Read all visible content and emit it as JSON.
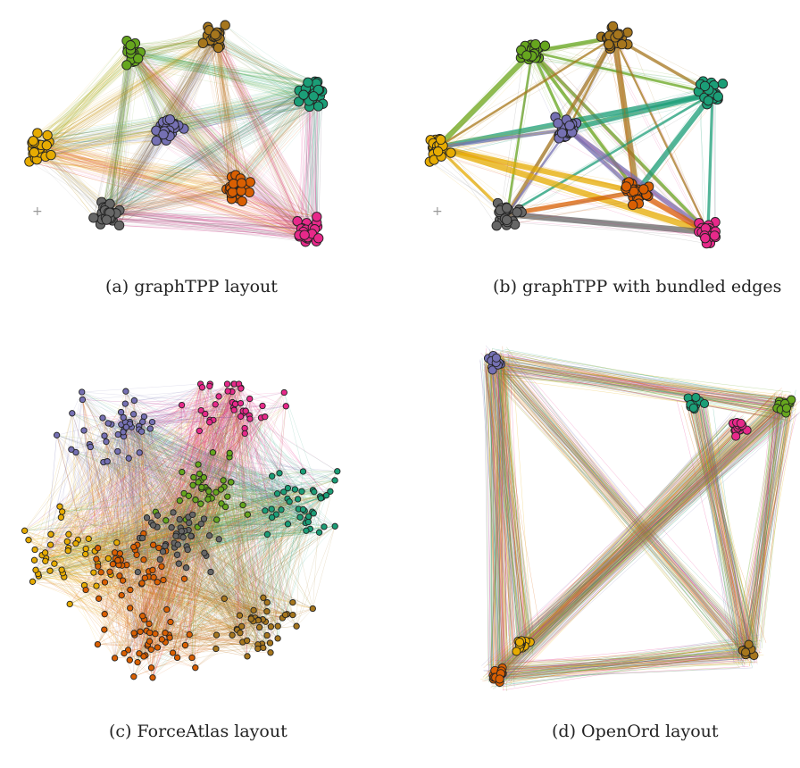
{
  "panels": [
    {
      "id": "a",
      "caption": "(a) graphTPP layout"
    },
    {
      "id": "b",
      "caption": "(b) graphTPP with bundled edges"
    },
    {
      "id": "c",
      "caption": "(c) ForceAtlas layout"
    },
    {
      "id": "d",
      "caption": "(d) OpenOrd layout"
    }
  ],
  "cluster_colors": {
    "green": "#66a61e",
    "brown": "#a6761d",
    "teal": "#1b9e77",
    "purple": "#7570b3",
    "yellow": "#e6ab02",
    "orange": "#d95f02",
    "grey": "#666666",
    "pink": "#e7298a"
  }
}
